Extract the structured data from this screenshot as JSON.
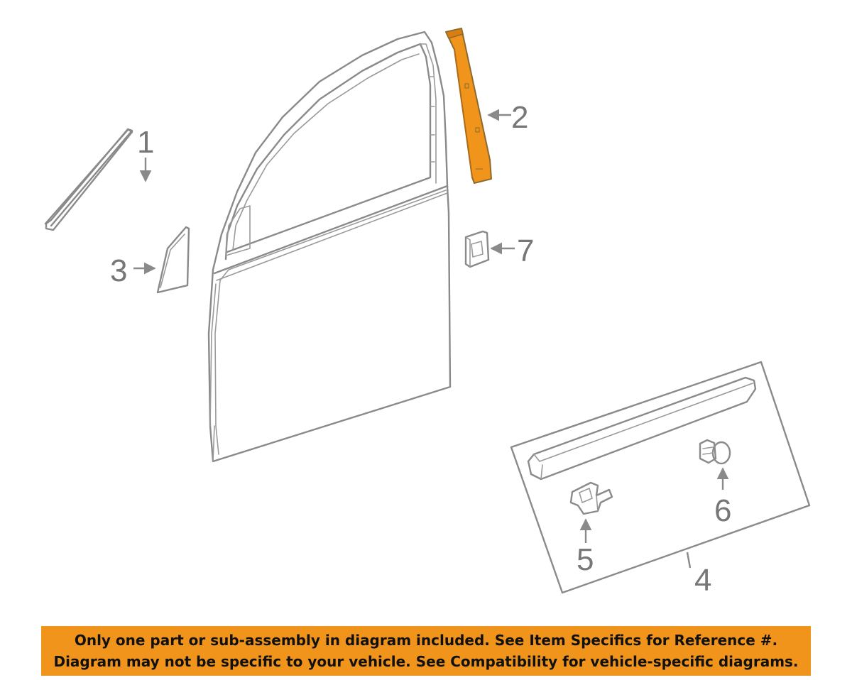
{
  "diagram": {
    "labels": {
      "l1": "1",
      "l2": "2",
      "l3": "3",
      "l4": "4",
      "l5": "5",
      "l6": "6",
      "l7": "7"
    },
    "colors": {
      "highlight": "#f0941c",
      "line": "#8a8a8a",
      "label": "#777777"
    }
  },
  "banner": {
    "line1": "Only one part or sub-assembly in diagram included. See Item Specifics for Reference #.",
    "line2": "Diagram may not be specific to your vehicle. See Compatibility for vehicle-specific diagrams.",
    "background": "#f0941c"
  }
}
